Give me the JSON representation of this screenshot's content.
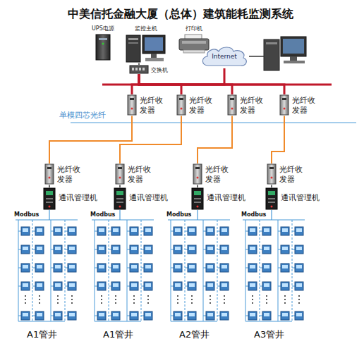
{
  "diagram": {
    "title": "中美信托金融大厦（总体）建筑能耗监测系统",
    "nodes": [
      {
        "text": [
          "UPS电源"
        ]
      },
      {
        "text": [
          "监控主机"
        ]
      },
      {
        "text": [
          "打印机"
        ]
      },
      {
        "text": [
          "交换机"
        ]
      },
      {
        "text": [
          "Internet"
        ]
      },
      {
        "text": [
          "光纤收发器"
        ]
      },
      {
        "text": [
          "光纤收发器"
        ]
      },
      {
        "text": [
          "光纤收发器"
        ]
      },
      {
        "text": [
          "光纤收发器"
        ]
      },
      {
        "text": [
          "光纤收发器"
        ]
      },
      {
        "text": [
          "光纤收发器"
        ]
      },
      {
        "text": [
          "光纤收发器"
        ]
      },
      {
        "text": [
          "光纤收发器"
        ]
      },
      {
        "text": [
          "通讯管理机"
        ]
      },
      {
        "text": [
          "通讯管理机"
        ]
      },
      {
        "text": [
          "通讯管理机"
        ]
      },
      {
        "text": [
          "通讯管理机"
        ]
      }
    ],
    "edges": [
      {
        "from": 1,
        "to": 3,
        "arrow": "none"
      },
      {
        "from": 3,
        "to": 4,
        "arrow": "none"
      },
      {
        "from": 3,
        "to": 5,
        "arrow": "none"
      },
      {
        "from": 3,
        "to": 6,
        "arrow": "none"
      },
      {
        "from": 3,
        "to": 7,
        "arrow": "none"
      },
      {
        "from": 3,
        "to": 8,
        "arrow": "none"
      },
      {
        "from": 5,
        "to": 9,
        "arrow": "none"
      },
      {
        "from": 6,
        "to": 10,
        "arrow": "none"
      },
      {
        "from": 7,
        "to": 11,
        "arrow": "none"
      },
      {
        "from": 8,
        "to": 12,
        "arrow": "none"
      },
      {
        "from": 9,
        "to": 13,
        "arrow": "none"
      },
      {
        "from": 10,
        "to": 14,
        "arrow": "none"
      },
      {
        "from": 11,
        "to": 15,
        "arrow": "none"
      },
      {
        "from": 12,
        "to": 16,
        "arrow": "none"
      }
    ],
    "labels": [
      "单模四芯光纤",
      "Modbus",
      "Modbus",
      "Modbus",
      "Modbus",
      "A1管井",
      "A1管井",
      "A2管井",
      "A3管井"
    ]
  }
}
